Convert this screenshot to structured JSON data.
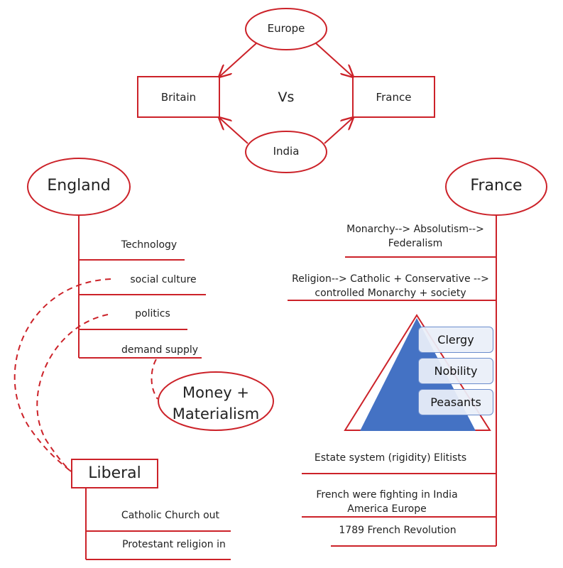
{
  "colors": {
    "stroke": "#cc2229",
    "pyramid_fill": "#4472c4",
    "tier_fill": "#eaeff9",
    "tier_border": "#6a8ccc",
    "text": "#222222"
  },
  "top": {
    "europe": "Europe",
    "britain": "Britain",
    "vs": "Vs",
    "france": "France",
    "india": "India"
  },
  "england": {
    "title": "England",
    "items": [
      "Technology",
      "social culture",
      "politics",
      "demand supply"
    ],
    "outcome": "Money + Materialism",
    "outcome_line1": "Money +",
    "outcome_line2": "Materialism",
    "liberal": {
      "title": "Liberal",
      "items": [
        "Catholic Church out",
        "Protestant religion in"
      ]
    }
  },
  "france": {
    "title": "France",
    "items": [
      {
        "line1": "Monarchy--> Absolutism-->",
        "line2": "Federalism"
      },
      {
        "line1": "Religion--> Catholic + Conservative -->",
        "line2": "controlled Monarchy + society"
      },
      {
        "line1": "Estate system (rigidity) Elitists"
      },
      {
        "line1": "French were fighting in India",
        "line2": "America Europe"
      },
      {
        "line1": "1789 French Revolution"
      }
    ],
    "pyramid": [
      "Clergy",
      "Nobility",
      "Peasants"
    ]
  }
}
